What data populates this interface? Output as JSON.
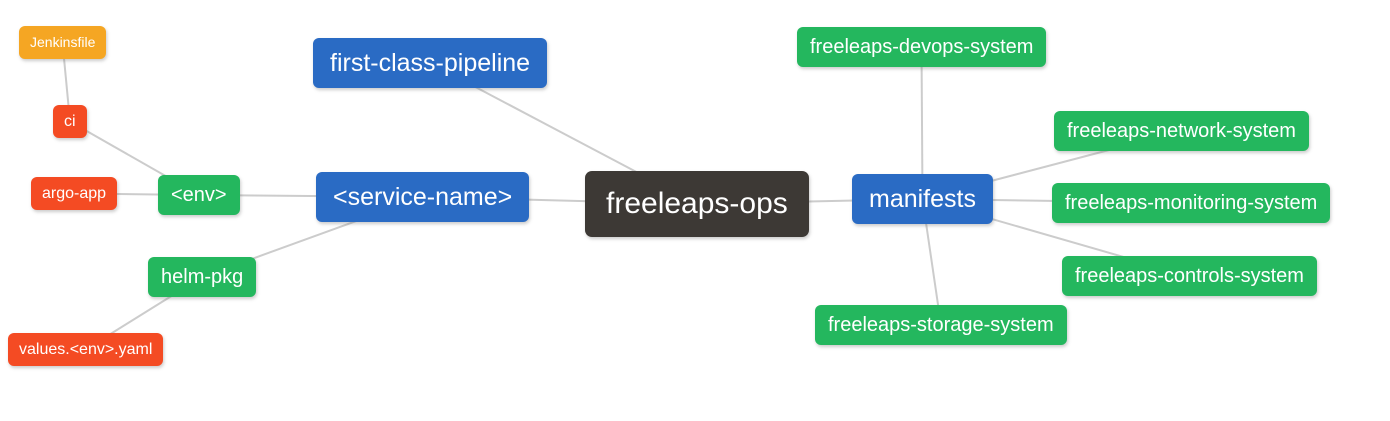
{
  "diagram": {
    "type": "mindmap",
    "root": "freeleaps-ops"
  },
  "colors": {
    "root_bg": "#3d3935",
    "branch_bg": "#2a6bc4",
    "green_bg": "#24b75e",
    "red_bg": "#f44b23",
    "orange_bg": "#f5a623",
    "text": "#ffffff",
    "edge": "#cccccc",
    "background": "#ffffff"
  },
  "nodes": {
    "root": {
      "label": "freeleaps-ops"
    },
    "first_class_pipeline": {
      "label": "first-class-pipeline"
    },
    "service_name": {
      "label": "<service-name>"
    },
    "manifests": {
      "label": "manifests"
    },
    "env": {
      "label": "<env>"
    },
    "helm_pkg": {
      "label": "helm-pkg"
    },
    "ci": {
      "label": "ci"
    },
    "argo_app": {
      "label": "argo-app"
    },
    "values_env_yaml": {
      "label": "values.<env>.yaml"
    },
    "jenkinsfile": {
      "label": "Jenkinsfile"
    },
    "devops_system": {
      "label": "freeleaps-devops-system"
    },
    "network_system": {
      "label": "freeleaps-network-system"
    },
    "monitoring_system": {
      "label": "freeleaps-monitoring-system"
    },
    "controls_system": {
      "label": "freeleaps-controls-system"
    },
    "storage_system": {
      "label": "freeleaps-storage-system"
    }
  },
  "edges": [
    [
      "jenkinsfile",
      "ci"
    ],
    [
      "ci",
      "env"
    ],
    [
      "argo_app",
      "env"
    ],
    [
      "env",
      "service_name"
    ],
    [
      "helm_pkg",
      "service_name"
    ],
    [
      "values_env_yaml",
      "helm_pkg"
    ],
    [
      "first_class_pipeline",
      "root"
    ],
    [
      "service_name",
      "root"
    ],
    [
      "root",
      "manifests"
    ],
    [
      "manifests",
      "devops_system"
    ],
    [
      "manifests",
      "network_system"
    ],
    [
      "manifests",
      "monitoring_system"
    ],
    [
      "manifests",
      "controls_system"
    ],
    [
      "manifests",
      "storage_system"
    ]
  ]
}
